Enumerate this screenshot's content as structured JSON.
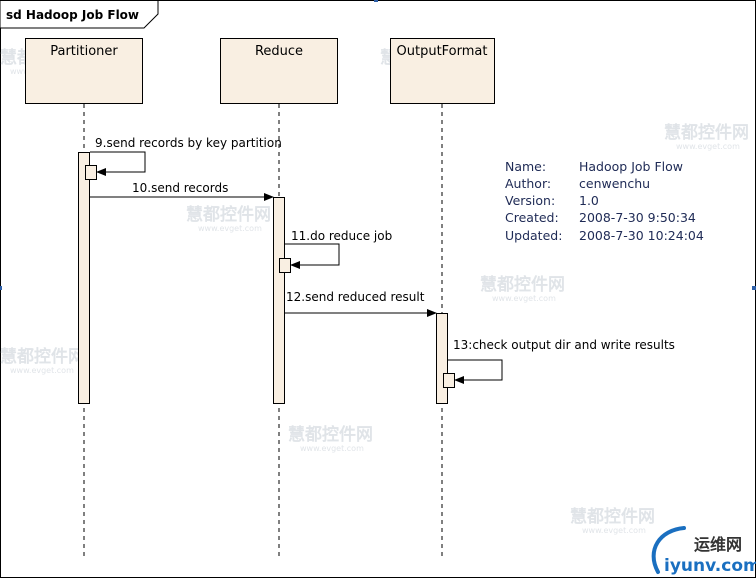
{
  "frame": {
    "title": "sd Hadoop Job Flow"
  },
  "lifelines": [
    {
      "name": "Partitioner"
    },
    {
      "name": "Reduce"
    },
    {
      "name": "OutputFormat"
    }
  ],
  "messages": [
    {
      "label": "9.send records by key partition"
    },
    {
      "label": "10.send records"
    },
    {
      "label": "11.do reduce job"
    },
    {
      "label": "12.send reduced result"
    },
    {
      "label": "13:check output dir and write results"
    }
  ],
  "info": {
    "name_label": "Name:",
    "name_value": "Hadoop Job Flow",
    "author_label": "Author:",
    "author_value": "cenwenchu",
    "version_label": "Version:",
    "version_value": "1.0",
    "created_label": "Created:",
    "created_value": "2008-7-30 9:50:34",
    "updated_label": "Updated:",
    "updated_value": "2008-7-30 10:24:04"
  },
  "watermark": {
    "text": "慧都控件网",
    "url": "www.evget.com",
    "logo_text": "运维网",
    "logo_url": "iyunv.com"
  },
  "colors": {
    "box_fill": "#f9efe2",
    "watermark": "#c7ced6",
    "logo_blue": "#1a6fc0"
  }
}
